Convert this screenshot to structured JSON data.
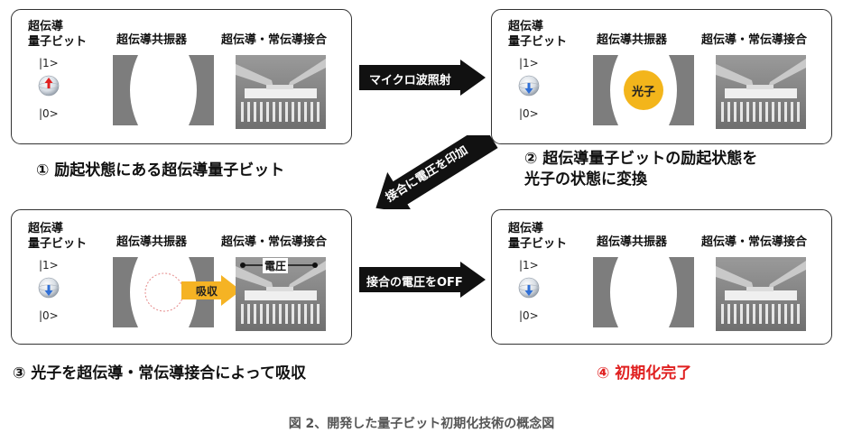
{
  "labels": {
    "qubit": [
      "超伝導",
      "量子ビット"
    ],
    "resonator": "超伝導共振器",
    "junction": "超伝導・常伝導接合",
    "ket_one": "|1>",
    "ket_zero": "|0>"
  },
  "photon_label": "光子",
  "absorb_label": "吸収",
  "voltage_label": "電圧",
  "arrows": {
    "microwave": "マイクロ波照射",
    "apply_voltage": "接合に電圧を印加",
    "voltage_off": "接合の電圧をOFF"
  },
  "captions": {
    "step1": "① 励起状態にある超伝導量子ビット",
    "step2_line1": "② 超伝導量子ビットの励起状態を",
    "step2_line2": "光子の状態に変換",
    "step3": "③ 光子を超伝導・常伝導接合によって吸収",
    "step4": "④ 初期化完了"
  },
  "figure_title": "図 2、開発した量子ビット初期化技術の概念図",
  "colors": {
    "photon": "#f3b51b",
    "arrow_dark": "#111111",
    "absorb_arrow": "#f5b324",
    "excited_arrow": "#e02020",
    "ground_arrow": "#2f6fd6",
    "done_caption": "#e02020",
    "resonator_gray": "#7d7d7d"
  },
  "icons": {
    "qubit": "bloch-sphere-icon",
    "resonator": "resonator-icon",
    "junction": "junction-micrograph",
    "absorb": "arrow-right-icon"
  }
}
